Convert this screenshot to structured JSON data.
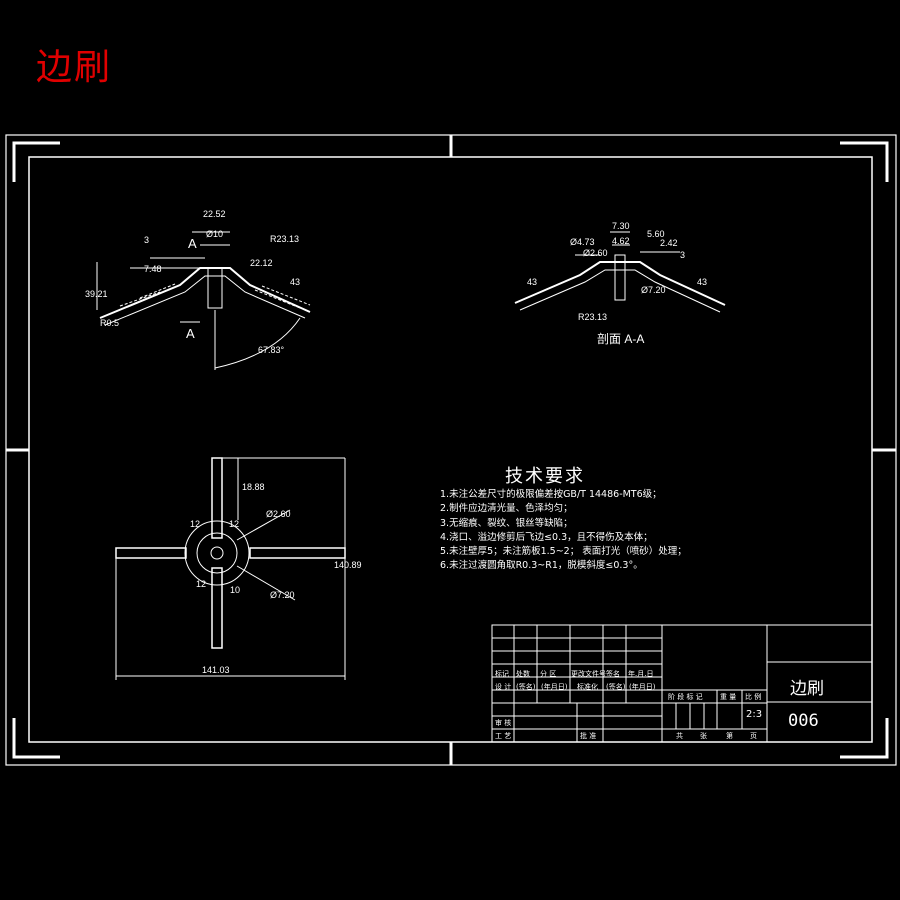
{
  "header": {
    "title": "边刷"
  },
  "views": {
    "front": {
      "dims": [
        "22.52",
        "Ø10",
        "R23.13",
        "3",
        "7.48",
        "39.21",
        "22.12",
        "43",
        "67.83°",
        "R0.5"
      ],
      "section_mark": "A"
    },
    "section": {
      "dims": [
        "7.30",
        "4.62",
        "Ø4.73",
        "Ø2.60",
        "5.60",
        "2.42",
        "3",
        "43",
        "43",
        "Ø7.20",
        "R23.13"
      ],
      "label": "剖面 A-A"
    },
    "plan": {
      "dims": [
        "18.88",
        "Ø2.60",
        "12",
        "12",
        "12",
        "10",
        "Ø7.20",
        "140.89",
        "141.03"
      ]
    }
  },
  "requirements": {
    "title": "技术要求",
    "items": [
      "1.未注公差尺寸的极限偏差按GB/T 14486-MT6级；",
      "2.制件应边清光量、色泽均匀；",
      "3.无缩痕、裂纹、银丝等缺陷；",
      "4.浇口、溢边修剪后飞边≤0.3，且不得伤及本体；",
      "5.未注壁厚5；未注筋板1.5~2；  表面打光（喷砂）处理；",
      "6.未注过渡圆角取R0.3~R1，脱模斜度≤0.3°。"
    ]
  },
  "title_block": {
    "row1": [
      "标记",
      "处数",
      "分 区",
      "更改文件号",
      "签名",
      "年.月.日"
    ],
    "row2": [
      "设 计",
      "(签名)",
      "(年月日)",
      "标准化",
      "(签名)",
      "(年月日)"
    ],
    "row3": [
      "审 核"
    ],
    "row4": [
      "工 艺",
      "批 准"
    ],
    "stage_headers": [
      "阶 段 标 记",
      "重 量",
      "比 例"
    ],
    "scale": "2:3",
    "sheet": [
      "共",
      "张",
      "第",
      "页"
    ],
    "part_name": "边刷",
    "drawing_no": "006"
  }
}
